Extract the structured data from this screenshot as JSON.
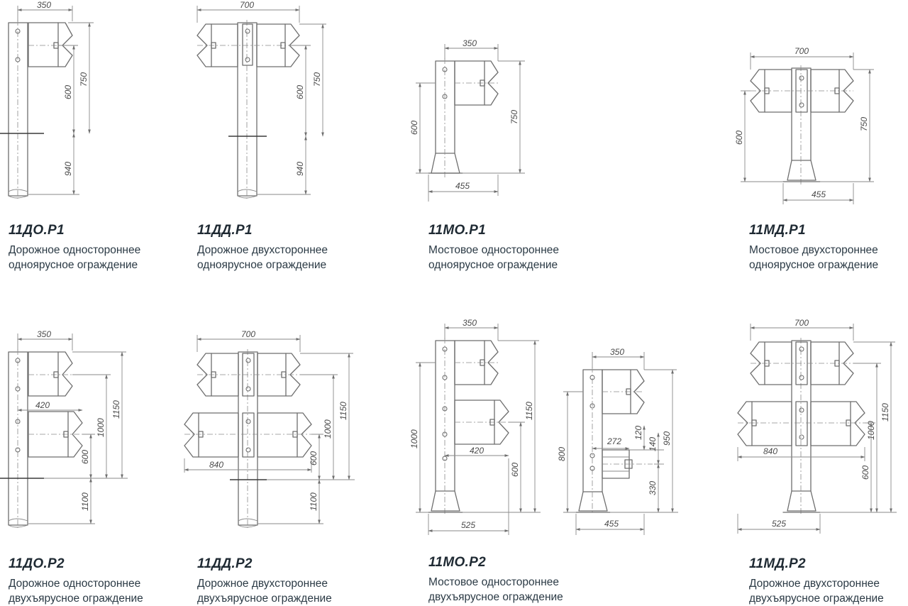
{
  "items": [
    {
      "code": "11ДО.Р1",
      "line1": "Дорожное одностороннее",
      "line2": "одноярусное ограждение",
      "dims": [
        "350",
        "750",
        "600",
        "940"
      ]
    },
    {
      "code": "11ДД.Р1",
      "line1": "Дорожное двухстороннее",
      "line2": "одноярусное ограждение",
      "dims": [
        "700",
        "750",
        "600",
        "940"
      ]
    },
    {
      "code": "11МО.Р1",
      "line1": "Мостовое одностороннее",
      "line2": "одноярусное ограждение",
      "dims": [
        "350",
        "750",
        "600",
        "455"
      ]
    },
    {
      "code": "11МД.Р1",
      "line1": "Мостовое двухстороннее",
      "line2": "одноярусное ограждение",
      "dims": [
        "700",
        "750",
        "600",
        "455"
      ]
    },
    {
      "code": "11ДО.Р2",
      "line1": "Дорожное одностороннее",
      "line2": "двухъярусное ограждение",
      "dims": [
        "350",
        "420",
        "1150",
        "1000",
        "600",
        "1100"
      ]
    },
    {
      "code": "11ДД.Р2",
      "line1": "Дорожное двухстороннее",
      "line2": "двухъярусное ограждение",
      "dims": [
        "700",
        "840",
        "1150",
        "1000",
        "600",
        "1100"
      ]
    },
    {
      "code": "11МО.Р2",
      "line1": "Мостовое одностороннее",
      "line2": "двухъярусное ограждение",
      "dims": [
        "350",
        "420",
        "1150",
        "1000",
        "600",
        "525"
      ]
    },
    {
      "code": "11МД.Р2",
      "line1": "Дорожное двухстороннее",
      "line2": "двухъярусное ограждение",
      "dims": [
        "700",
        "840",
        "1150",
        "1000",
        "600",
        "525"
      ]
    }
  ],
  "extra_drawing": {
    "dims": [
      "350",
      "800",
      "950",
      "272",
      "120",
      "140",
      "330",
      "455"
    ]
  }
}
